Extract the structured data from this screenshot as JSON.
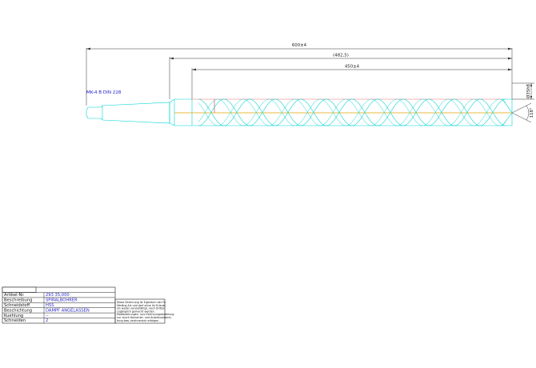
{
  "drawing": {
    "spec": "MK-4 B DIN 228",
    "dimensions": {
      "overall_length": "600±4",
      "flute_ref": "(482,5)",
      "flute_length": "450±4",
      "diameter": "Ø35h8",
      "point_angle": "118°"
    }
  },
  "title_block": {
    "logo": "",
    "rows": [
      {
        "label": "Artikel-Nr.",
        "value": "293 35,000"
      },
      {
        "label": "Beschreibung",
        "value": "SPIRALBOHRER"
      },
      {
        "label": "Schneidstoff",
        "value": "HSS"
      },
      {
        "label": "Beschichtung",
        "value": "DAMPF ANGELASSEN"
      },
      {
        "label": "Kuehlung",
        "value": "--"
      },
      {
        "label": "Schneiden",
        "value": "2"
      }
    ],
    "note_lines": [
      "Diese Zeichnung ist Eigentum der Fa.",
      "Vörding Art und darf ohne ihr Erlaub-",
      "nis weder vervielfältigt, noch Dritten",
      "zugänglich gemacht werden.",
      "Maßänderungen- und Zeichnungsänderung",
      "nur durch Konstrukt. und Arbeitsvorberei-",
      "tung bzw. zeichnerisch erfolgen."
    ]
  },
  "colors": {
    "body": "#00d2d2",
    "dimension": "#333333",
    "axis": "#e0a400",
    "edge": "#ff5a5a",
    "text_blue": "#2222cc"
  }
}
